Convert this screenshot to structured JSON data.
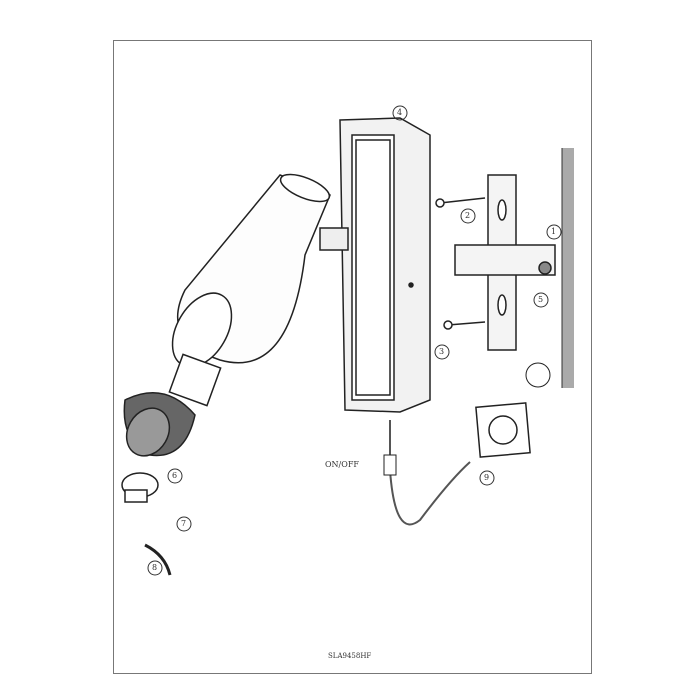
{
  "diagram": {
    "title": "Wall spotlight assembly instructions",
    "switch_label": "ON/OFF",
    "model_code": "SLA9458HF",
    "callouts": [
      "1",
      "2",
      "3",
      "4",
      "5",
      "6",
      "7",
      "8",
      "9"
    ]
  }
}
